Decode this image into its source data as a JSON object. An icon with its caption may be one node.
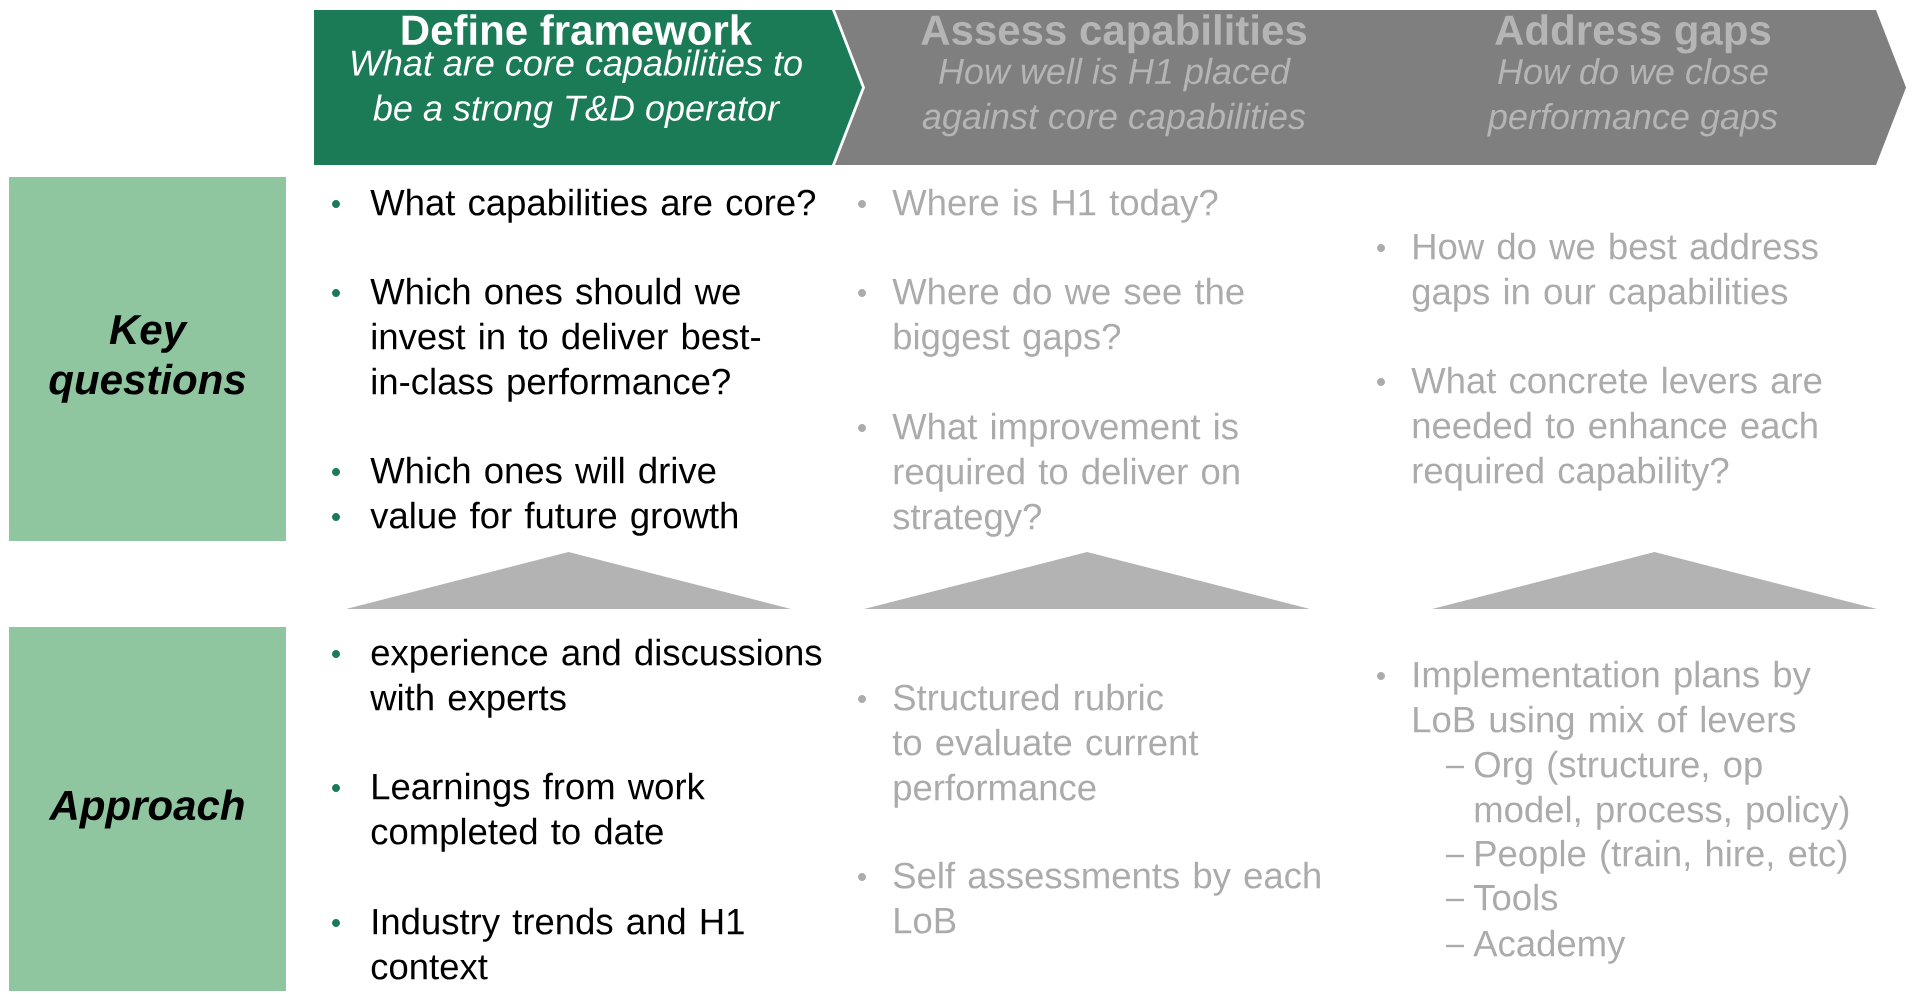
{
  "diagram": {
    "nodes": [
      {
        "text": [
          "Define framework",
          "What are core capabilities to be a strong T&D operator"
        ]
      },
      {
        "text": [
          "Assess capabilities",
          "How well is H1 placed against core capabilities"
        ]
      },
      {
        "text": [
          "Address gaps",
          "How do we close performance gaps"
        ]
      },
      {
        "text": [
          "Key questions"
        ]
      },
      {
        "text": [
          "Approach"
        ]
      },
      {
        "text": [],
        "shape": "triangle"
      },
      {
        "text": [],
        "shape": "triangle"
      },
      {
        "text": [],
        "shape": "triangle"
      }
    ],
    "labels": [
      "What capabilities are core?",
      "Which ones should we invest in to deliver best-in-class performance?",
      "Which ones will drive",
      "value for future growth",
      "Where is H1 today?",
      "Where do we see the biggest gaps?",
      "What improvement is required to deliver on strategy?",
      "How do we best address gaps in our capabilities",
      "What concrete levers are needed to enhance each required capability?",
      "experience and discussions with experts",
      "Learnings from work completed to date",
      "Industry trends and H1 context",
      "Structured rubric to evaluate current performance",
      "Self assessments by each LoB",
      "Implementation plans by LoB using mix of levers",
      "Org (structure, op model, process, policy)",
      "People (train, hire, etc)",
      "Tools",
      "Academy"
    ]
  }
}
